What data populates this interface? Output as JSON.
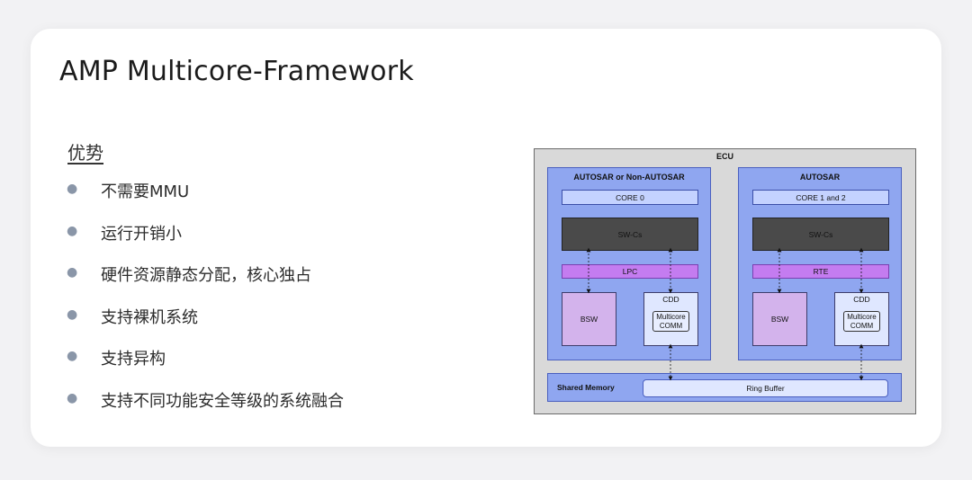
{
  "slide": {
    "title": "AMP Multicore-Framework",
    "subtitle": "优势",
    "bullets": [
      "不需要MMU",
      "运行开销小",
      "硬件资源静态分配，核心独占",
      "支持裸机系统",
      "支持异构",
      "支持不同功能安全等级的系统融合"
    ]
  },
  "diagram": {
    "ecu_label": "ECU",
    "left": {
      "title": "AUTOSAR or Non-AUTOSAR",
      "core": "CORE 0",
      "swc": "SW-Cs",
      "middle": "LPC",
      "bsw": "BSW",
      "cdd": "CDD",
      "comm_line1": "Multicore",
      "comm_line2": "COMM"
    },
    "right": {
      "title": "AUTOSAR",
      "core": "CORE 1 and 2",
      "swc": "SW-Cs",
      "middle": "RTE",
      "bsw": "BSW",
      "cdd": "CDD",
      "comm_line1": "Multicore",
      "comm_line2": "COMM"
    },
    "shared_memory": "Shared Memory",
    "ring_buffer": "Ring Buffer",
    "colors": {
      "panel": "#8fa6f0",
      "swc": "#4a4a4a",
      "purple": "#c47cf0",
      "bsw": "#d3b3ec"
    }
  }
}
